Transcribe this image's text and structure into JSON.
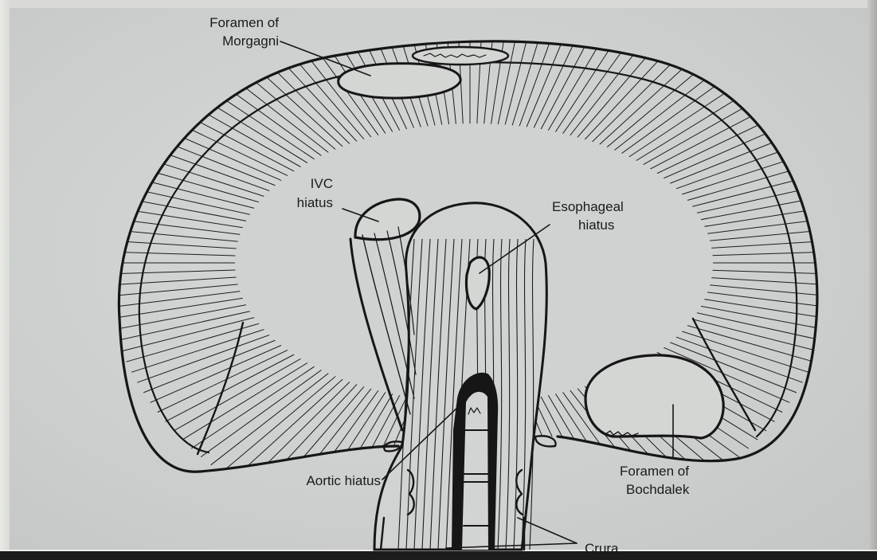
{
  "figure": {
    "labels": {
      "foramen_morgagni": [
        "Foramen of",
        "Morgagni"
      ],
      "ivc_hiatus": [
        "IVC",
        "hiatus"
      ],
      "esophageal_hiatus": [
        "Esophageal",
        "hiatus"
      ],
      "aortic_hiatus": [
        "Aortic hiatus"
      ],
      "foramen_bochdalek": [
        "Foramen of",
        "Bochdalek"
      ],
      "crura": [
        "Crura"
      ]
    },
    "ink_color": "#161616",
    "paper_color": "#cfd2d1"
  }
}
